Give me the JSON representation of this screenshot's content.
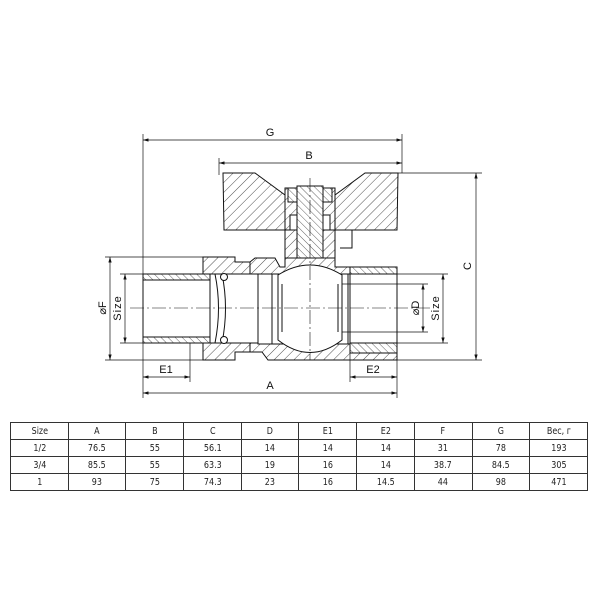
{
  "drawing": {
    "labels": {
      "G": "G",
      "B": "B",
      "C": "C",
      "F": "⌀F",
      "size_left": "Size",
      "D": "⌀D",
      "size_right": "Size",
      "E1": "E1",
      "E2": "E2",
      "A": "A"
    }
  },
  "table": {
    "headers": [
      "Size",
      "A",
      "B",
      "C",
      "D",
      "E1",
      "E2",
      "F",
      "G",
      "Вес, г"
    ],
    "rows": [
      [
        "1/2",
        "76.5",
        "55",
        "56.1",
        "14",
        "14",
        "14",
        "31",
        "78",
        "193"
      ],
      [
        "3/4",
        "85.5",
        "55",
        "63.3",
        "19",
        "16",
        "14",
        "38.7",
        "84.5",
        "305"
      ],
      [
        "1",
        "93",
        "75",
        "74.3",
        "23",
        "16",
        "14.5",
        "44",
        "98",
        "471"
      ]
    ]
  }
}
